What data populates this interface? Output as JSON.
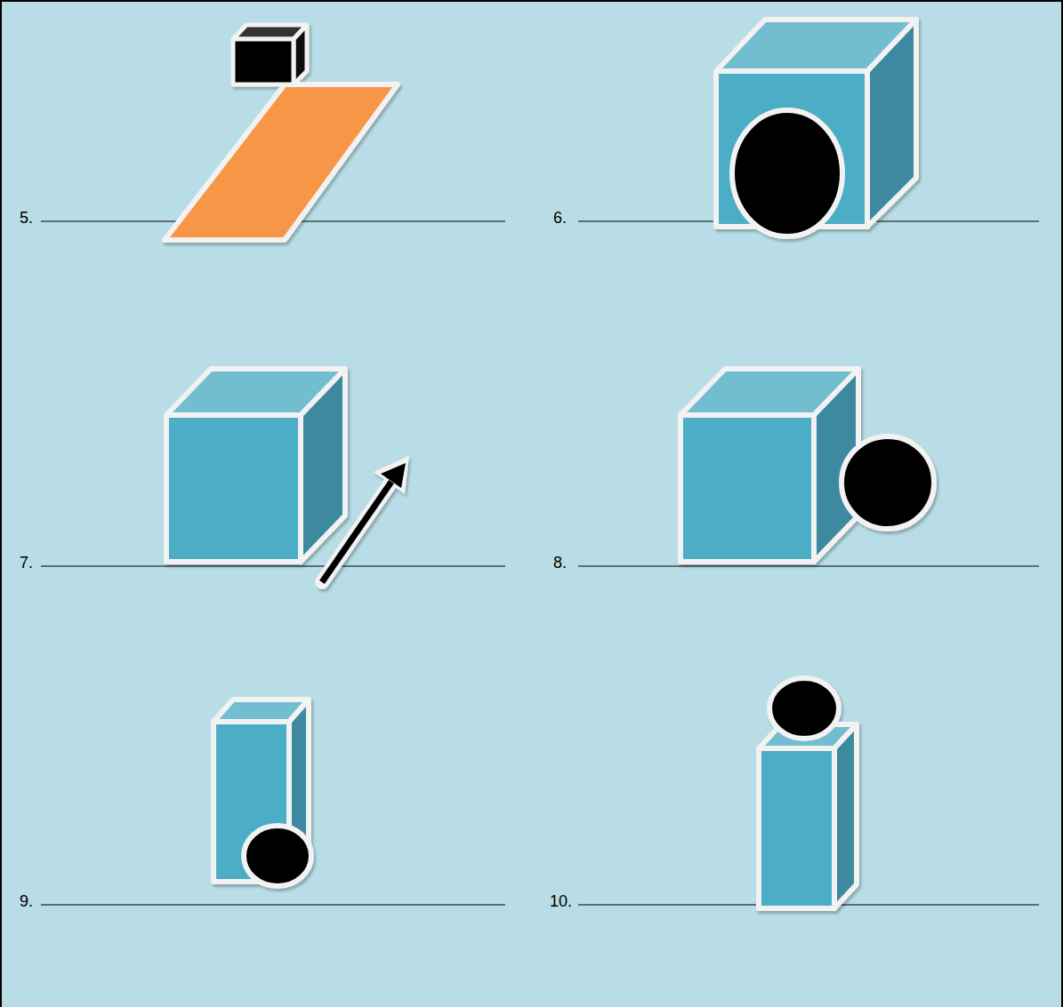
{
  "diagram": {
    "labels": [
      "5.",
      "6.",
      "7.",
      "8.",
      "9.",
      "10."
    ]
  }
}
